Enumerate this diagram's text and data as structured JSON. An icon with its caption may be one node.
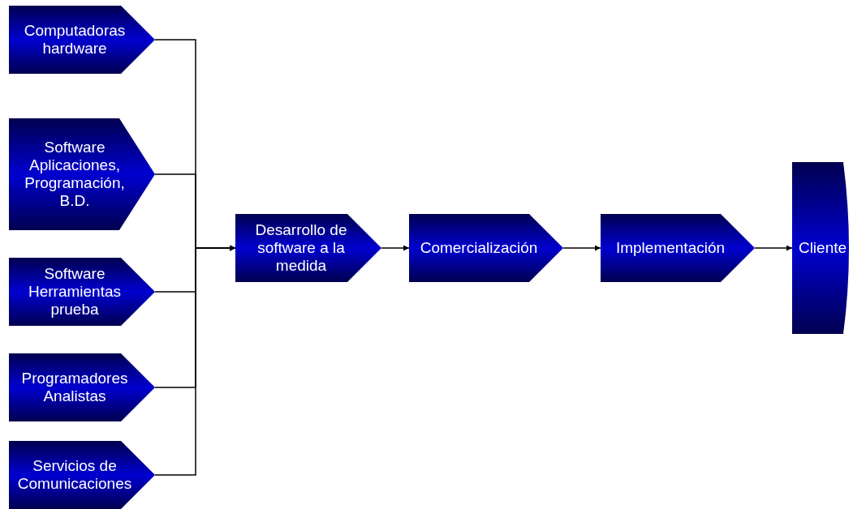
{
  "diagram": {
    "nodes": [
      {
        "text": [
          "Computadoras hardware"
        ]
      },
      {
        "text": [
          "Software Aplicaciones, Programación, B.D."
        ]
      },
      {
        "text": [
          "Software Herramientas prueba"
        ]
      },
      {
        "text": [
          "Programadores Analistas"
        ]
      },
      {
        "text": [
          "Servicios de Comunicaciones"
        ]
      },
      {
        "text": [
          "Desarrollo de software a la medida"
        ]
      },
      {
        "text": [
          "Comercialización"
        ]
      },
      {
        "text": [
          "Implementación"
        ]
      },
      {
        "text": [
          "Cliente"
        ]
      }
    ],
    "edges": [
      {
        "from": 0,
        "to": 5,
        "arrow": "to"
      },
      {
        "from": 1,
        "to": 5,
        "arrow": "to"
      },
      {
        "from": 2,
        "to": 5,
        "arrow": "to"
      },
      {
        "from": 3,
        "to": 5,
        "arrow": "to"
      },
      {
        "from": 4,
        "to": 5,
        "arrow": "to"
      },
      {
        "from": 5,
        "to": 6,
        "arrow": "to"
      },
      {
        "from": 6,
        "to": 7,
        "arrow": "to"
      },
      {
        "from": 7,
        "to": 8,
        "arrow": "to"
      }
    ]
  }
}
